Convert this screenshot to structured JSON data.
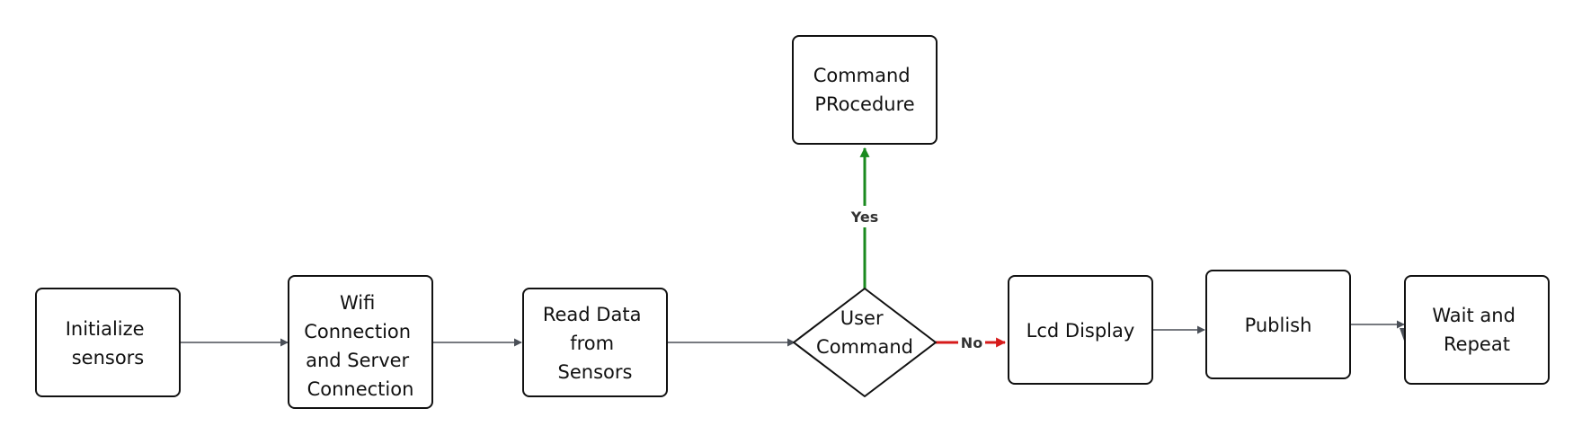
{
  "colors": {
    "node_stroke": "#111111",
    "node_fill": "#ffffff",
    "edge_default": "#4a4f57",
    "edge_yes": "#1a8a1f",
    "edge_no": "#d61a1a"
  },
  "nodes": {
    "init": {
      "lines": [
        "Initialize",
        "sensors"
      ]
    },
    "wifi": {
      "lines": [
        "Wifi",
        "Connection",
        "and Server",
        "Connection"
      ]
    },
    "read": {
      "lines": [
        "Read Data",
        "from",
        "Sensors"
      ]
    },
    "decision": {
      "lines": [
        "User",
        "Command"
      ]
    },
    "command": {
      "lines": [
        "Command",
        "PRocedure"
      ]
    },
    "lcd": {
      "lines": [
        "Lcd Display"
      ]
    },
    "publish": {
      "lines": [
        "Publish"
      ]
    },
    "wait": {
      "lines": [
        "Wait and",
        "Repeat"
      ]
    }
  },
  "edges": {
    "yes": {
      "label": "Yes"
    },
    "no": {
      "label": "No"
    }
  }
}
